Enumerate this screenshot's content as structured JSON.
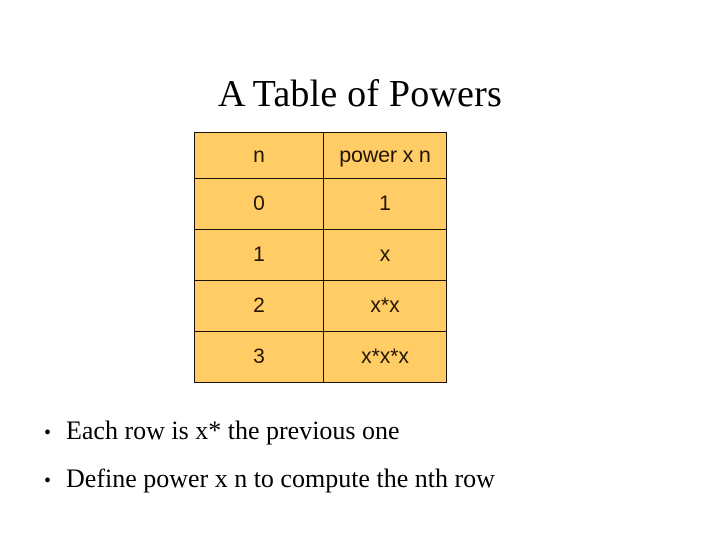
{
  "slide": {
    "title": "A Table of Powers",
    "background_color": "#ffffff",
    "text_color": "#000000"
  },
  "table": {
    "name": "table-of-powers",
    "fill_color": "#ffcc66",
    "border_color": "#1a1208",
    "columns": [
      "n",
      "power x n"
    ],
    "rows": [
      {
        "n": "0",
        "expr": "1"
      },
      {
        "n": "1",
        "expr": "x"
      },
      {
        "n": "2",
        "expr": "x*x"
      },
      {
        "n": "3",
        "expr": "x*x*x"
      }
    ]
  },
  "bullets": [
    {
      "marker": "•",
      "text": "Each row is x* the previous one"
    },
    {
      "marker": "•",
      "text": "Define power x n to compute the nth row"
    }
  ]
}
